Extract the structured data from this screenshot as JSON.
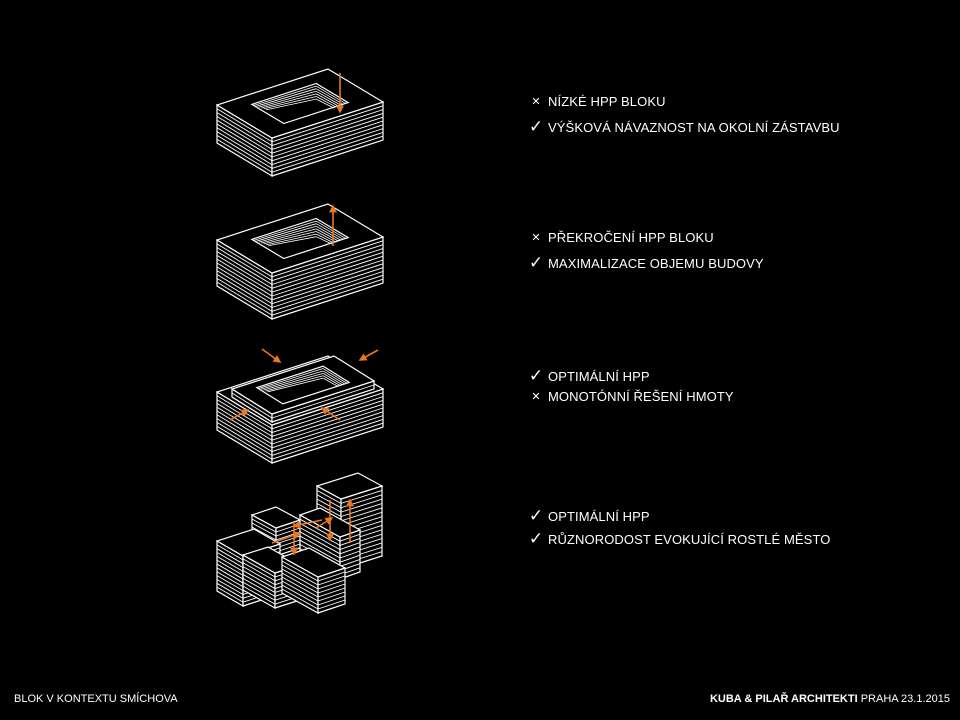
{
  "colors": {
    "background": "#000000",
    "line": "#ffffff",
    "accent": "#e87722"
  },
  "options": [
    {
      "items": [
        {
          "icon": "cross-icon",
          "text": "NÍZKÉ HPP BLOKU"
        },
        {
          "icon": "check-icon",
          "text": "VÝŠKOVÁ NÁVAZNOST NA OKOLNÍ ZÁSTAVBU"
        }
      ]
    },
    {
      "items": [
        {
          "icon": "cross-icon",
          "text": "PŘEKROČENÍ HPP BLOKU"
        },
        {
          "icon": "check-icon",
          "text": "MAXIMALIZACE  OBJEMU BUDOVY"
        }
      ]
    },
    {
      "items": [
        {
          "icon": "check-icon",
          "text": "OPTIMÁLNÍ  HPP"
        },
        {
          "icon": "cross-icon",
          "text": "MONOTÓNNÍ  ŘEŠENÍ HMOTY"
        }
      ]
    },
    {
      "items": [
        {
          "icon": "check-icon",
          "text": "OPTIMÁLNÍ  HPP"
        },
        {
          "icon": "check-icon",
          "text": "RŮZNORODOST  EVOKUJÍCÍ ROSTLÉ  MĚSTO"
        }
      ]
    }
  ],
  "footer": {
    "left": "BLOK V KONTEXTU SMÍCHOVA",
    "right_bold": "KUBA & PILAŘ ARCHITEKTI",
    "right_rest": " PRAHA 23.1.2015"
  }
}
